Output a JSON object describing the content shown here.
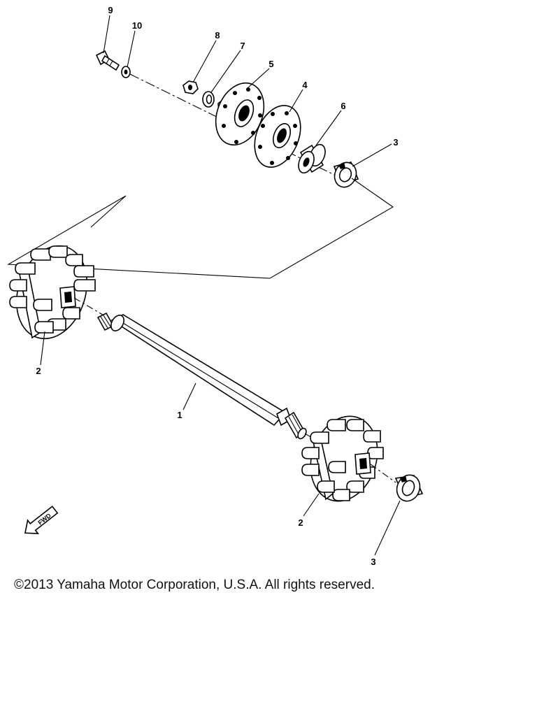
{
  "callouts": {
    "c1": "1",
    "c2a": "2",
    "c2b": "2",
    "c3a": "3",
    "c3b": "3",
    "c4": "4",
    "c5": "5",
    "c6": "6",
    "c7": "7",
    "c8": "8",
    "c9": "9",
    "c10": "10"
  },
  "fwd_label": "FWD",
  "copyright": "©2013 Yamaha Motor Corporation, U.S.A. All rights reserved."
}
